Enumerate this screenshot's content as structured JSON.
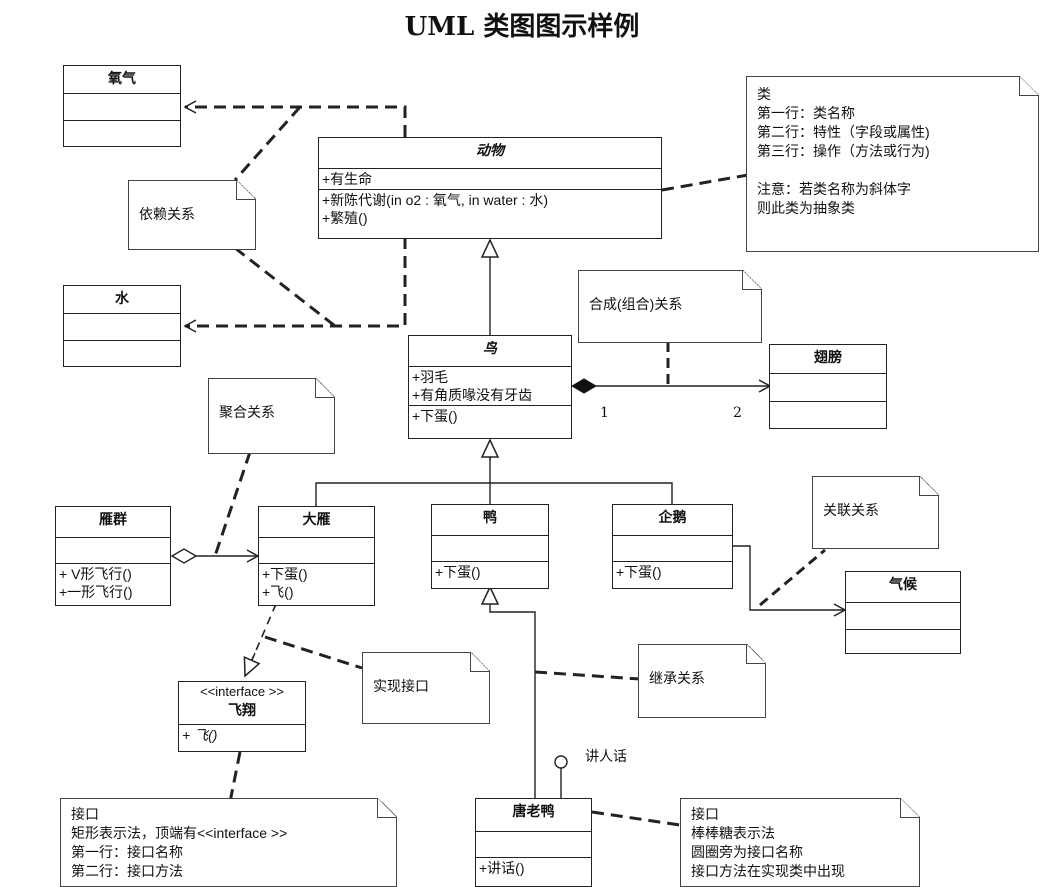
{
  "title": "UML 类图图示样例",
  "classes": {
    "oxygen": {
      "name": "氧气"
    },
    "water": {
      "name": "水"
    },
    "animal": {
      "name": "动物",
      "attrs": [
        "+有生命"
      ],
      "ops": [
        "+新陈代谢(in o2 : 氧气, in water : 水)",
        "+繁殖()"
      ]
    },
    "bird": {
      "name": "鸟",
      "attrs": [
        "+羽毛",
        "+有角质喙没有牙齿"
      ],
      "ops": [
        "+下蛋()"
      ]
    },
    "wing": {
      "name": "翅膀"
    },
    "goose_flock": {
      "name": "雁群",
      "ops": [
        "+ V形飞行()",
        "+一形飞行()"
      ]
    },
    "goose": {
      "name": "大雁",
      "ops": [
        "+下蛋()",
        "+飞()"
      ]
    },
    "duck": {
      "name": "鸭",
      "ops": [
        "+下蛋()"
      ]
    },
    "penguin": {
      "name": "企鹅",
      "ops": [
        "+下蛋()"
      ]
    },
    "climate": {
      "name": "气候"
    },
    "fly_iface": {
      "stereotype": "<<interface >>",
      "name": "飞翔",
      "ops": [
        "+ 飞()"
      ]
    },
    "donald": {
      "name": "唐老鸭",
      "ops": [
        "+讲话()"
      ]
    }
  },
  "notes": {
    "dependency": "依赖关系",
    "class_desc": [
      "类",
      "第一行：类名称",
      "第二行：特性（字段或属性)",
      "第三行：操作（方法或行为)",
      "",
      "注意：若类名称为斜体字",
      "则此类为抽象类"
    ],
    "composition": "合成(组合)关系",
    "aggregation": "聚合关系",
    "association": "关联关系",
    "realization": "实现接口",
    "inheritance": "继承关系",
    "interface_rect": [
      "接口",
      "矩形表示法，顶端有<<interface >>",
      "第一行：接口名称",
      "第二行：接口方法"
    ],
    "interface_lollipop": [
      "接口",
      "棒棒糖表示法",
      "圆圈旁为接口名称",
      "接口方法在实现类中出现"
    ]
  },
  "labels": {
    "mult_one": "1",
    "mult_two": "2",
    "lollipop_name": "讲人话"
  }
}
